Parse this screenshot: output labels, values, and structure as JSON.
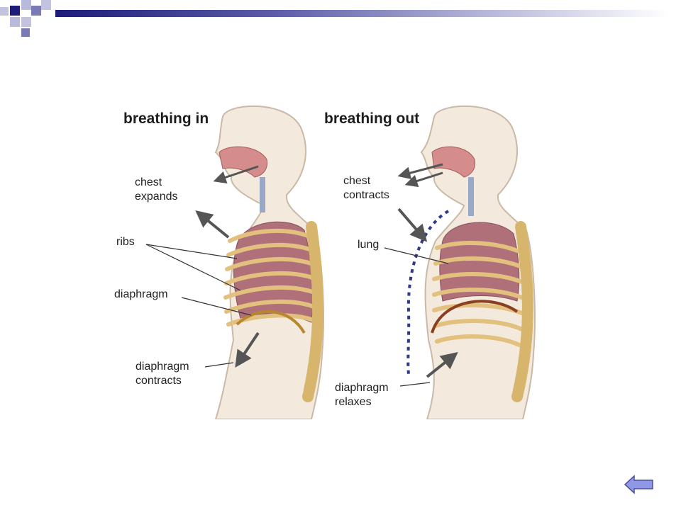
{
  "colors": {
    "header_dark": "#1c1c7a",
    "header_mid": "#7a7ab8",
    "header_light": "#c3c3df",
    "body_fill": "#f3e9dc",
    "body_outline": "#c9b9a6",
    "lung": "#b0707a",
    "rib": "#e2c07e",
    "arrow": "#555555",
    "back_button": "#8f98e6"
  },
  "icons": {
    "back": "back-arrow-icon"
  },
  "diagram": {
    "left_panel": {
      "title": "breathing in",
      "labels": {
        "chest_expands": "chest\nexpands",
        "ribs": "ribs",
        "diaphragm": "diaphragm",
        "diaphragm_contracts": "diaphragm\ncontracts"
      }
    },
    "right_panel": {
      "title": "breathing out",
      "labels": {
        "chest_contracts": "chest\ncontracts",
        "lung": "lung",
        "diaphragm_relaxes": "diaphragm\nrelaxes"
      }
    }
  }
}
